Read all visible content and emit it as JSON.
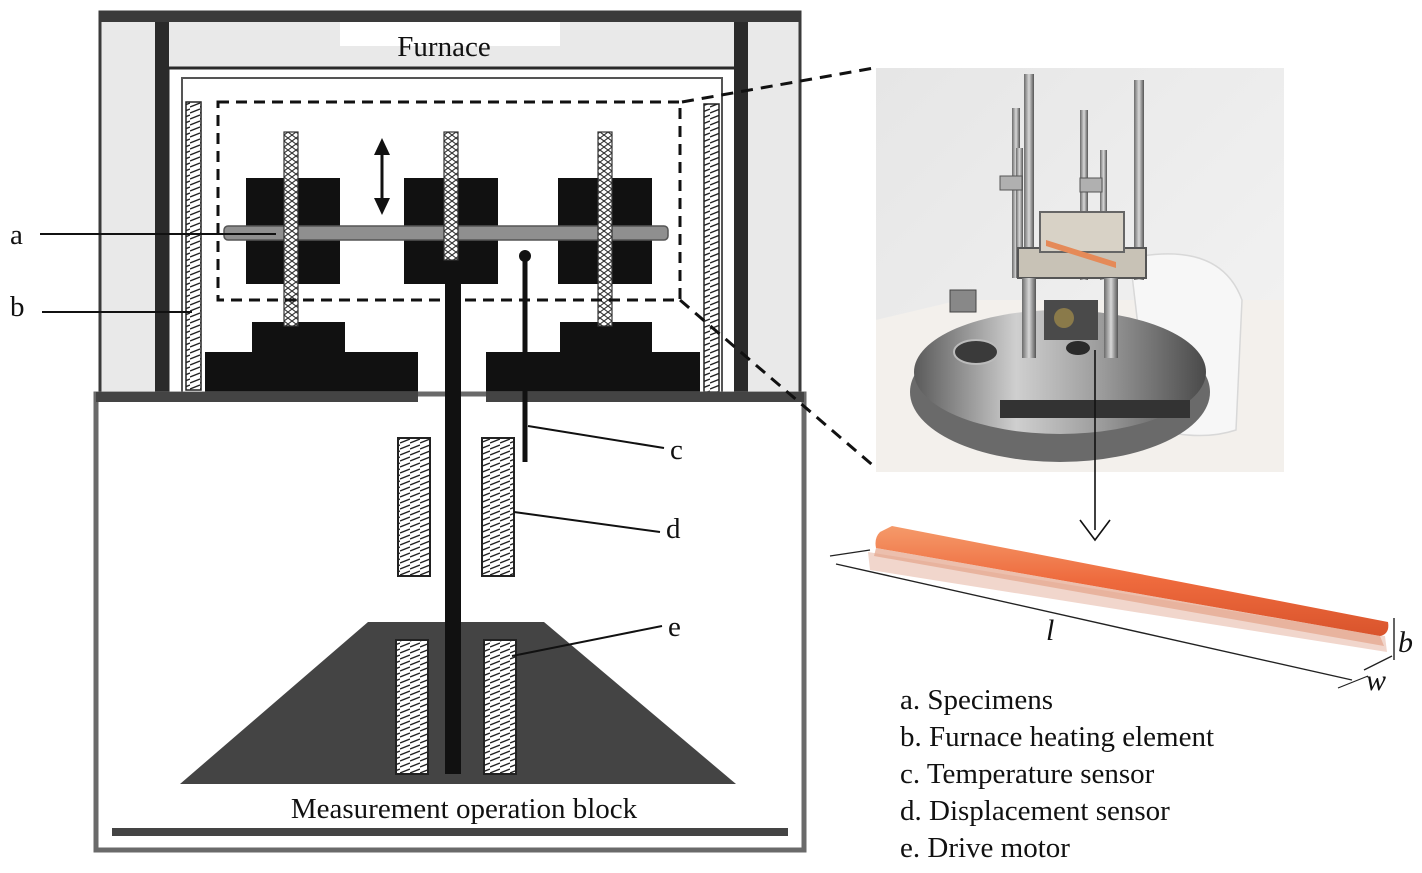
{
  "furnace_title": "Furnace",
  "block_title": "Measurement operation block",
  "callouts": {
    "a": "a",
    "b": "b",
    "c": "c",
    "d": "d",
    "e": "e"
  },
  "dimensions": {
    "length": "l",
    "thickness": "b",
    "width": "w"
  },
  "legend": {
    "items": [
      "a. Specimens",
      "b. Furnace heating element",
      "c. Temperature sensor",
      "d. Displacement sensor",
      "e. Drive motor"
    ]
  },
  "colors": {
    "furnace_wall": "#e9e9e9",
    "dark_block": "#111111",
    "base_grey": "#444444",
    "specimen_bar": "#8f8f8f",
    "strip_orange": "#ee6a3d"
  }
}
